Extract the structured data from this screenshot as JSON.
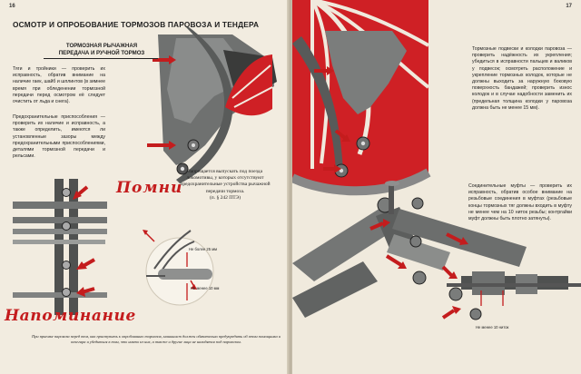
{
  "pages": {
    "left_number": "16",
    "right_number": "17"
  },
  "header": {
    "title": "ОСМОТР И ОПРОБОВАНИЕ ТОРМОЗОВ ПАРОВОЗА И ТЕНДЕРА"
  },
  "left": {
    "subtitle_line1": "ТОРМОЗНАЯ РЫЧАЖНАЯ",
    "subtitle_line2": "ПЕРЕДАЧА И РУЧНОЙ ТОРМОЗ",
    "para1": "Тяги и тройники — проверить их исправность, обратив внимание на наличие гаек, шайб и шплинтов (в зимнее время при обледенении тормозной передачи перед осмотром её следует очистить от льда и снега).",
    "para2": "Предохранительные приспособления — проверить их наличие и исправность, а также определить, имеются ли установленные зазоры между предохранительными приспособлениями, деталями тормозной передачи и рельсами.",
    "reminder_word": "Помни",
    "warning": "Запрещается выпускать под поезда локомотивы, у которых отсутствуют предохранительные устройства рычажной передачи тормоза.",
    "warning_ref": "(п. § 242 ПТЭ)",
    "dim_top": "Не более 25 мм",
    "dim_bottom": "Не менее 10 мм",
    "reminder_word2": "Напоминание",
    "caption": "При приемке паровоза перед тем, как приступить к опробованию тормозов, машинист должен обязательно предупредить об этом помощника и кочегара и убедиться в том, что никто из них, а также и другие лица не находятся под паровозом."
  },
  "right": {
    "para1": "Тормозные подвески и колодки паровоза — проверить надёжность их укрепления; убедиться в исправности пальцев и валиков у подвесок; осмотреть расположение и укрепление тормозных колодок, которые не должны выходить за наружную боковую поверхность бандажей; проверить износ колодок и в случае надобности заменить их (предельная толщина колодки у паровоза должна быть не менее 15 мм).",
    "para2": "Соединительные муфты — проверить их исправность, обратив особое внимание на резьбовые соединения в муфтах (резьбовые концы тормозных тяг должны входить в муфту не менее чем на 10 ниток резьбы; контргайки муфт должны быть плотно затянуты).",
    "dim_label": "Не менее 10 ниток"
  },
  "colors": {
    "accent_red": "#c41c1d",
    "wheel_red": "#cf2025",
    "steel": "#7a7a78",
    "paper": "#f1ebdf"
  }
}
